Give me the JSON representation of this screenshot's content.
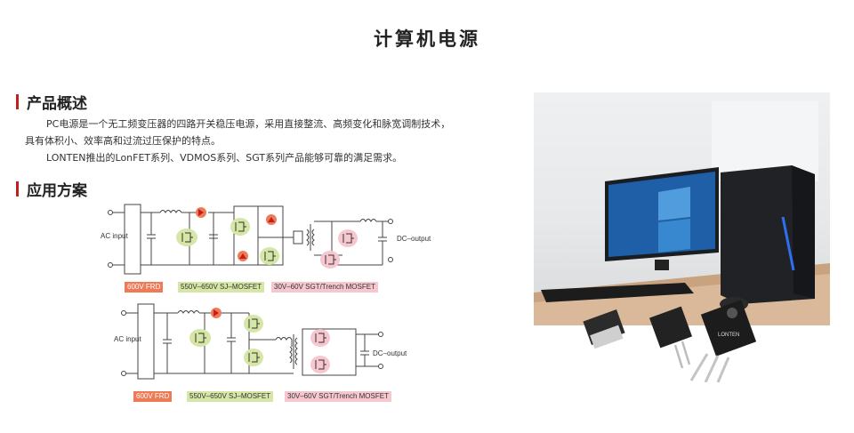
{
  "page": {
    "title": "计算机电源"
  },
  "overview": {
    "heading": "产品概述",
    "line1": "PC电源是一个无工频变压器的四路开关稳压电源，采用直接整流、高频变化和脉宽调制技术，",
    "line2": "具有体积小、效率高和过流过压保护的特点。",
    "line3": "LONTEN推出的LonFET系列、VDMOS系列、SGT系列产品能够可靠的满足需求。"
  },
  "application": {
    "heading": "应用方案"
  },
  "circuit1": {
    "input_label": "AC input",
    "output_label": "DC–output",
    "tags": {
      "frd": "600V  FRD",
      "sj": "550V–650V  SJ–MOSFET",
      "sgt": "30V–60V  SGT/Trench MOSFET"
    }
  },
  "circuit2": {
    "input_label": "AC input",
    "output_label": "DC–output",
    "tags": {
      "frd": "600V  FRD",
      "sj": "550V–650V  SJ–MOSFET",
      "sgt": "30V–60V  SGT/Trench MOSFET"
    }
  },
  "colors": {
    "accent": "#c0201f",
    "frd": "#ee7a56",
    "sj": "#d6e6a6",
    "sgt": "#f7c7cf"
  },
  "product_photo": {
    "brand_mark": "LONTEN"
  }
}
